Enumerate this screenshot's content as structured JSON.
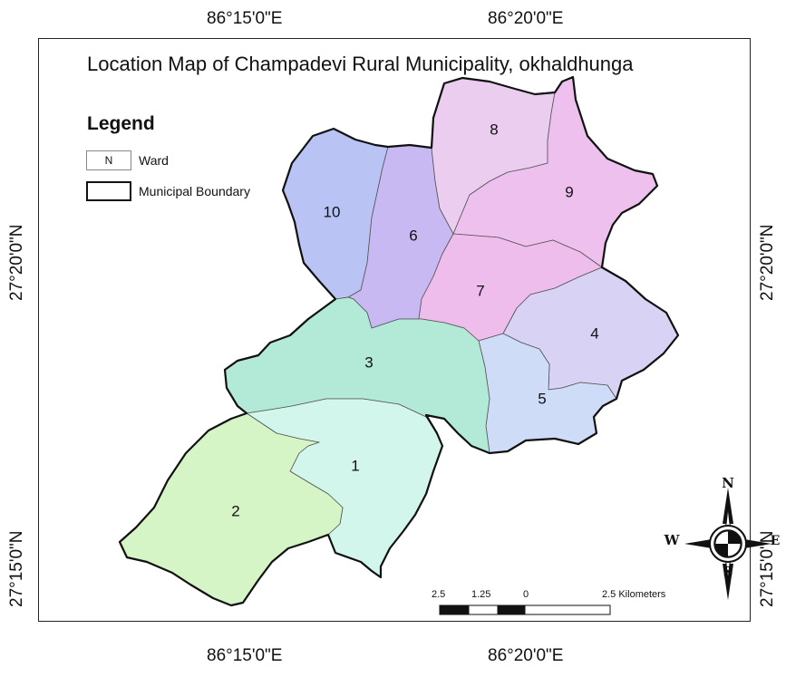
{
  "title": "Location Map of Champadevi Rural Municipality, okhaldhunga",
  "coordinates": {
    "top": [
      "86°15'0\"E",
      "86°20'0\"E"
    ],
    "bottom": [
      "86°15'0\"E",
      "86°20'0\"E"
    ],
    "left": [
      "27°20'0\"N",
      "27°15'0\"N"
    ],
    "right": [
      "27°20'0\"N",
      "27°15'0\"N"
    ]
  },
  "legend": {
    "title": "Legend",
    "ward_symbol": "N",
    "ward_label": "Ward",
    "boundary_label": "Municipal Boundary"
  },
  "wards": [
    {
      "label": "1",
      "color": "#d2f6ec"
    },
    {
      "label": "2",
      "color": "#d5f5c7"
    },
    {
      "label": "3",
      "color": "#b3ead7"
    },
    {
      "label": "4",
      "color": "#d8d2f5"
    },
    {
      "label": "5",
      "color": "#cfdcf8"
    },
    {
      "label": "6",
      "color": "#c9b9f2"
    },
    {
      "label": "7",
      "color": "#efbdec"
    },
    {
      "label": "8",
      "color": "#ebcdf0"
    },
    {
      "label": "9",
      "color": "#eec0ee"
    },
    {
      "label": "10",
      "color": "#b9c4f5"
    }
  ],
  "scale_bar": {
    "ticks": [
      "2.5",
      "1.25",
      "0",
      "2.5 Kilometers"
    ]
  },
  "compass": {
    "n": "N",
    "s": "S",
    "e": "E",
    "w": "W"
  },
  "colors": {
    "boundary": "#111111",
    "frame": "#222222"
  }
}
